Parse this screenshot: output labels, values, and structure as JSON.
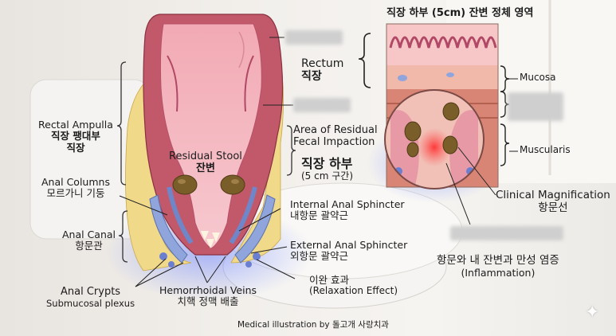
{
  "inset": {
    "title": "직장 하부 (5cm) 잔변 정체 영역",
    "layers": {
      "mucosa": "Mucosa",
      "muscularis": "Muscularis"
    },
    "magnification_en": "Clinical Magnification",
    "magnification_ko": "항문선"
  },
  "labels": {
    "rectum_en": "Rectum",
    "rectum_ko": "직장",
    "rectal_ampulla_en": "Rectal Ampulla",
    "rectal_ampulla_ko1": "직장 팽대부",
    "rectal_ampulla_ko2": "직장",
    "residual_stool_en": "Residual Stool",
    "residual_stool_ko": "잔변",
    "residual_area_en1": "Area of Residual",
    "residual_area_en2": "Fecal Impaction",
    "lower_rectum_ko": "직장 하부",
    "lower_rectum_sub": "(5 cm 구간)",
    "anal_columns_en": "Anal Columns",
    "anal_columns_ko": "모르가니 기둥",
    "anal_canal_en": "Anal Canal",
    "anal_canal_ko": "항문관",
    "internal_sphincter_en": "Internal Anal Sphincter",
    "internal_sphincter_ko": "내항문 괄약근",
    "external_sphincter_en": "External Anal Sphincter",
    "external_sphincter_ko": "외항문 괄약근",
    "relaxation_ko": "이완 효과",
    "relaxation_en": "(Relaxation Effect)",
    "hemorrhoidal_en": "Hemorrhoidal Veins",
    "hemorrhoidal_ko": "치핵 정맥 배출",
    "anal_crypts_en": "Anal Crypts",
    "submucosal_en": "Submucosal plexus",
    "inflammation_ko": "항문와 내 잔변과 만성 염증",
    "inflammation_en": "(Inflammation)"
  },
  "credit": "Medical illustration by 돌고개 사랑치과",
  "colors": {
    "muscle": "#c2596a",
    "mucosa_inner": "#ecaab6",
    "fat": "#f1d98a",
    "stool": "#7a5e2a",
    "sphincter_blue": "#8fa5dc",
    "inflammation": "#e0202a"
  }
}
